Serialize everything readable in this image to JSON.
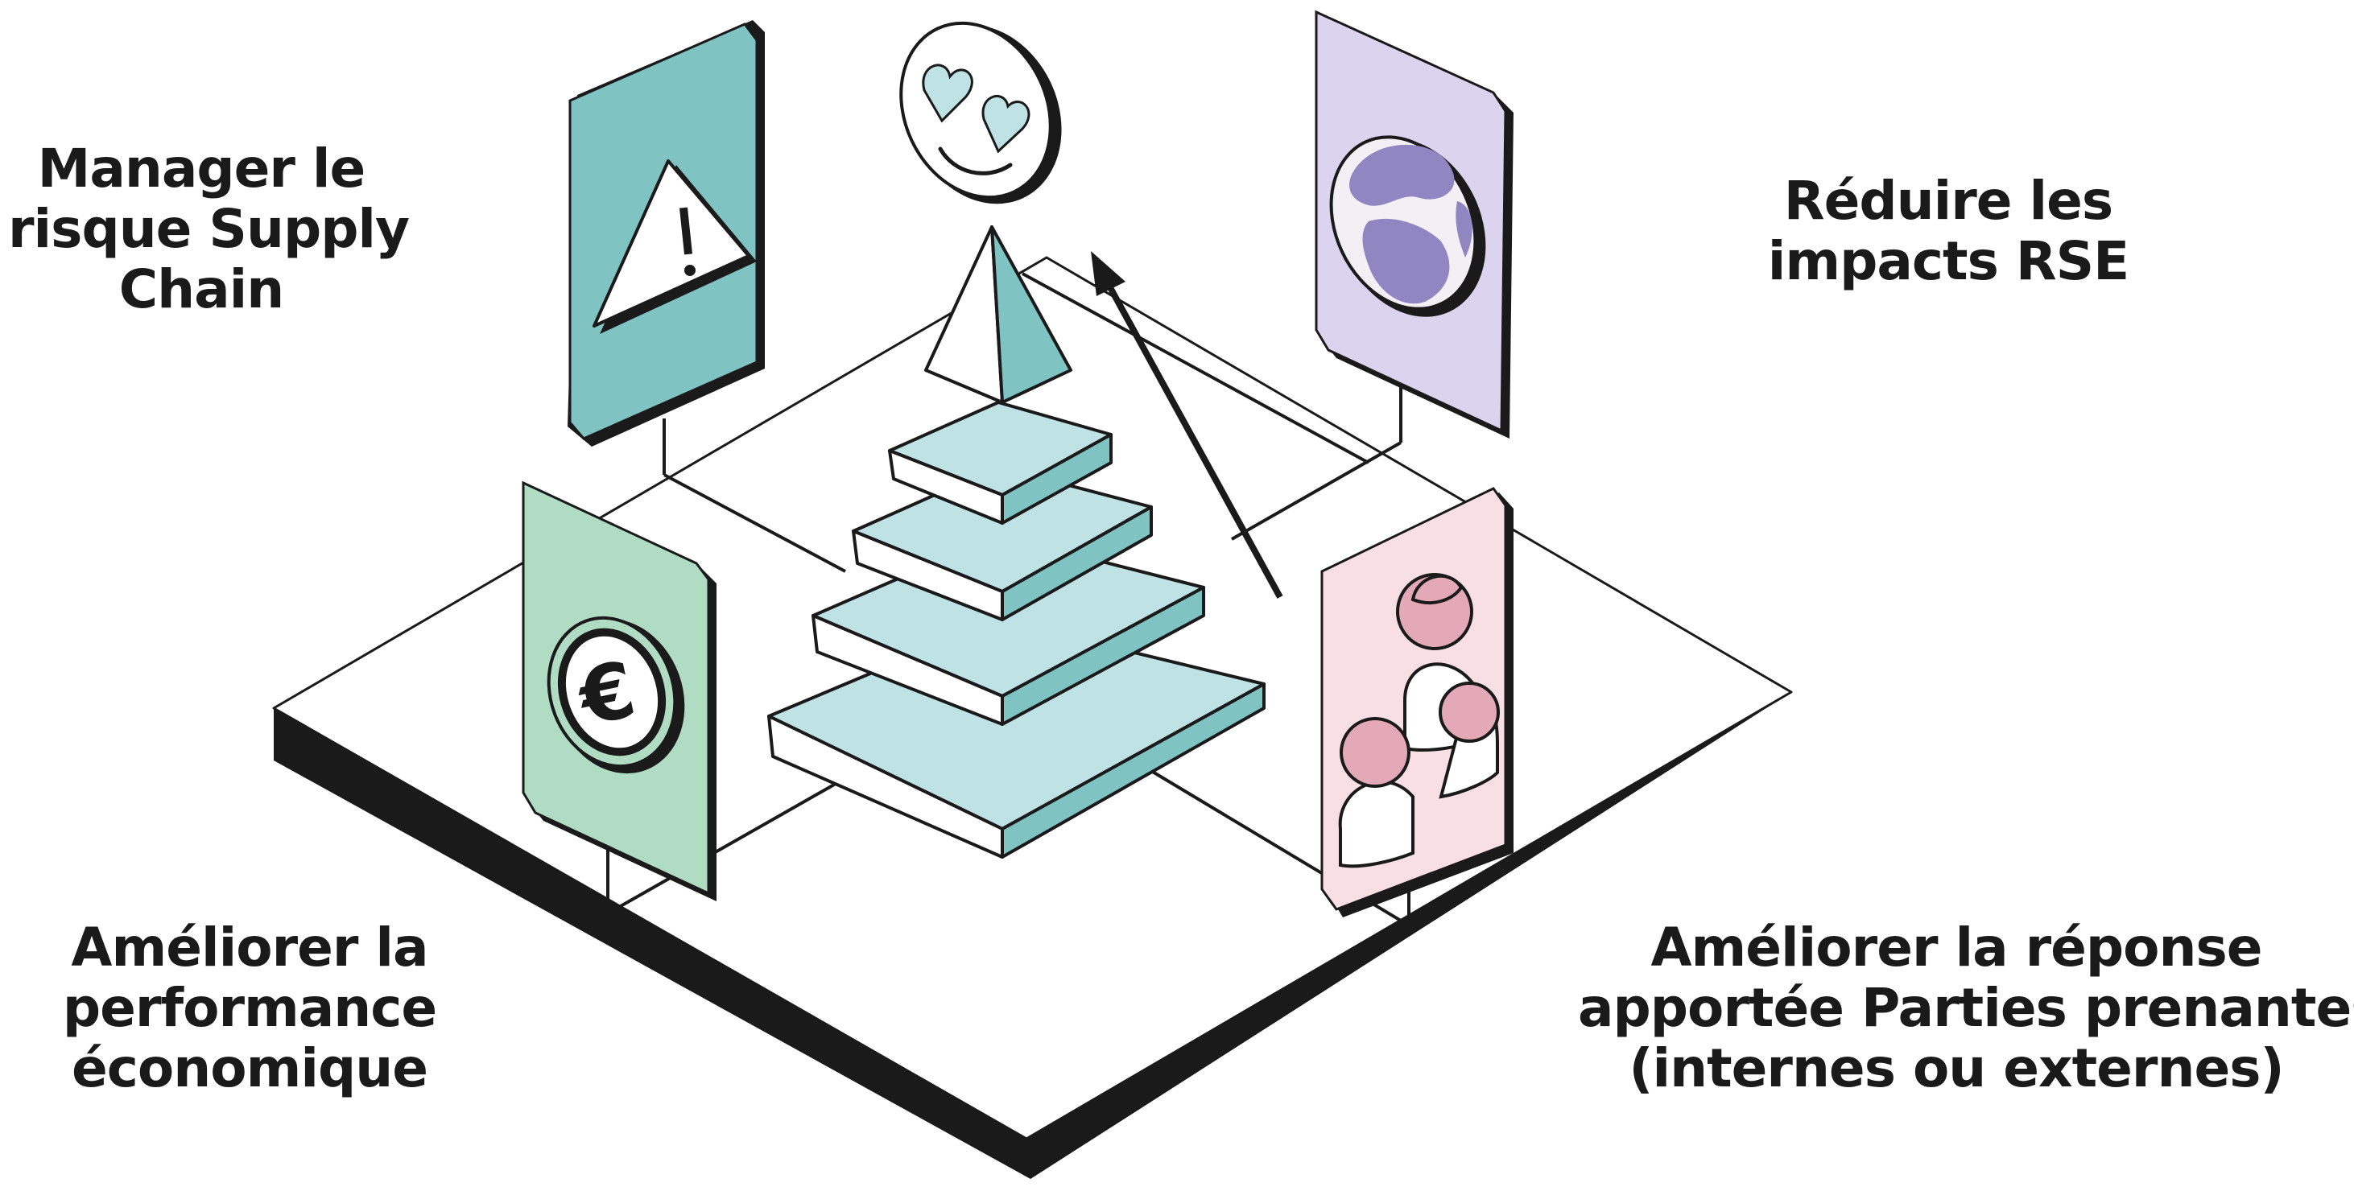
{
  "labels": {
    "top_left": [
      "Manager le",
      "risque Supply",
      "Chain"
    ],
    "top_right": [
      "Réduire les",
      "impacts RSE"
    ],
    "bottom_left": [
      "Améliorer la",
      "performance",
      "économique"
    ],
    "bottom_right": [
      "Améliorer la réponse",
      "apportée Parties prenantes",
      "(internes ou externes)"
    ]
  },
  "cards": {
    "top_left": {
      "icon": "warning-icon",
      "color": "#7fc4c2"
    },
    "top_right": {
      "icon": "globe-icon",
      "color": "#dcd3ee"
    },
    "bottom_left": {
      "icon": "euro-icon",
      "color": "#b0dcc3",
      "symbol": "€"
    },
    "bottom_right": {
      "icon": "people-icon",
      "color": "#f8dfe4"
    }
  },
  "center": {
    "pyramid_colors": [
      "#bfe3e4",
      "#7fc4c2"
    ],
    "top_icon": "smiley-heart-eyes-icon"
  },
  "colors": {
    "ink": "#1a1a1a",
    "platform": "#ffffff"
  }
}
